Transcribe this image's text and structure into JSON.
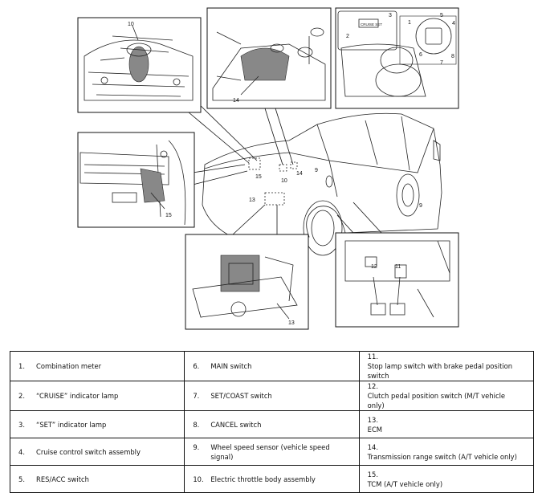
{
  "callouts": {
    "p_throttle": "10",
    "p_trans": "14",
    "p_meter": [
      "1",
      "2",
      "3"
    ],
    "p_meter_text": "CRUISE SET",
    "p_switch": [
      "5",
      "4",
      "6",
      "8",
      "7"
    ],
    "p_tcm": "15",
    "p_ecm": "13",
    "p_pedal": [
      "12",
      "11"
    ],
    "car": [
      "15",
      "10",
      "14",
      "13",
      "9",
      "9"
    ]
  },
  "legend": [
    [
      {
        "num": "1.",
        "text": "Combination meter"
      },
      {
        "num": "6.",
        "text": "MAIN switch"
      },
      {
        "num": "11.",
        "text": "Stop lamp switch with brake pedal position switch"
      }
    ],
    [
      {
        "num": "2.",
        "text": "“CRUISE” indicator lamp"
      },
      {
        "num": "7.",
        "text": "SET/COAST switch"
      },
      {
        "num": "12.",
        "text": "Clutch pedal position switch (M/T vehicle only)"
      }
    ],
    [
      {
        "num": "3.",
        "text": "“SET” indicator lamp"
      },
      {
        "num": "8.",
        "text": "CANCEL switch"
      },
      {
        "num": "13.",
        "text": "ECM"
      }
    ],
    [
      {
        "num": "4.",
        "text": "Cruise control switch assembly"
      },
      {
        "num": "9.",
        "text": "Wheel speed sensor (vehicle speed signal)"
      },
      {
        "num": "14.",
        "text": "Transmission range switch (A/T vehicle only)"
      }
    ],
    [
      {
        "num": "5.",
        "text": "RES/ACC switch"
      },
      {
        "num": "10.",
        "text": "Electric throttle body assembly"
      },
      {
        "num": "15.",
        "text": "TCM (A/T vehicle only)"
      }
    ]
  ]
}
